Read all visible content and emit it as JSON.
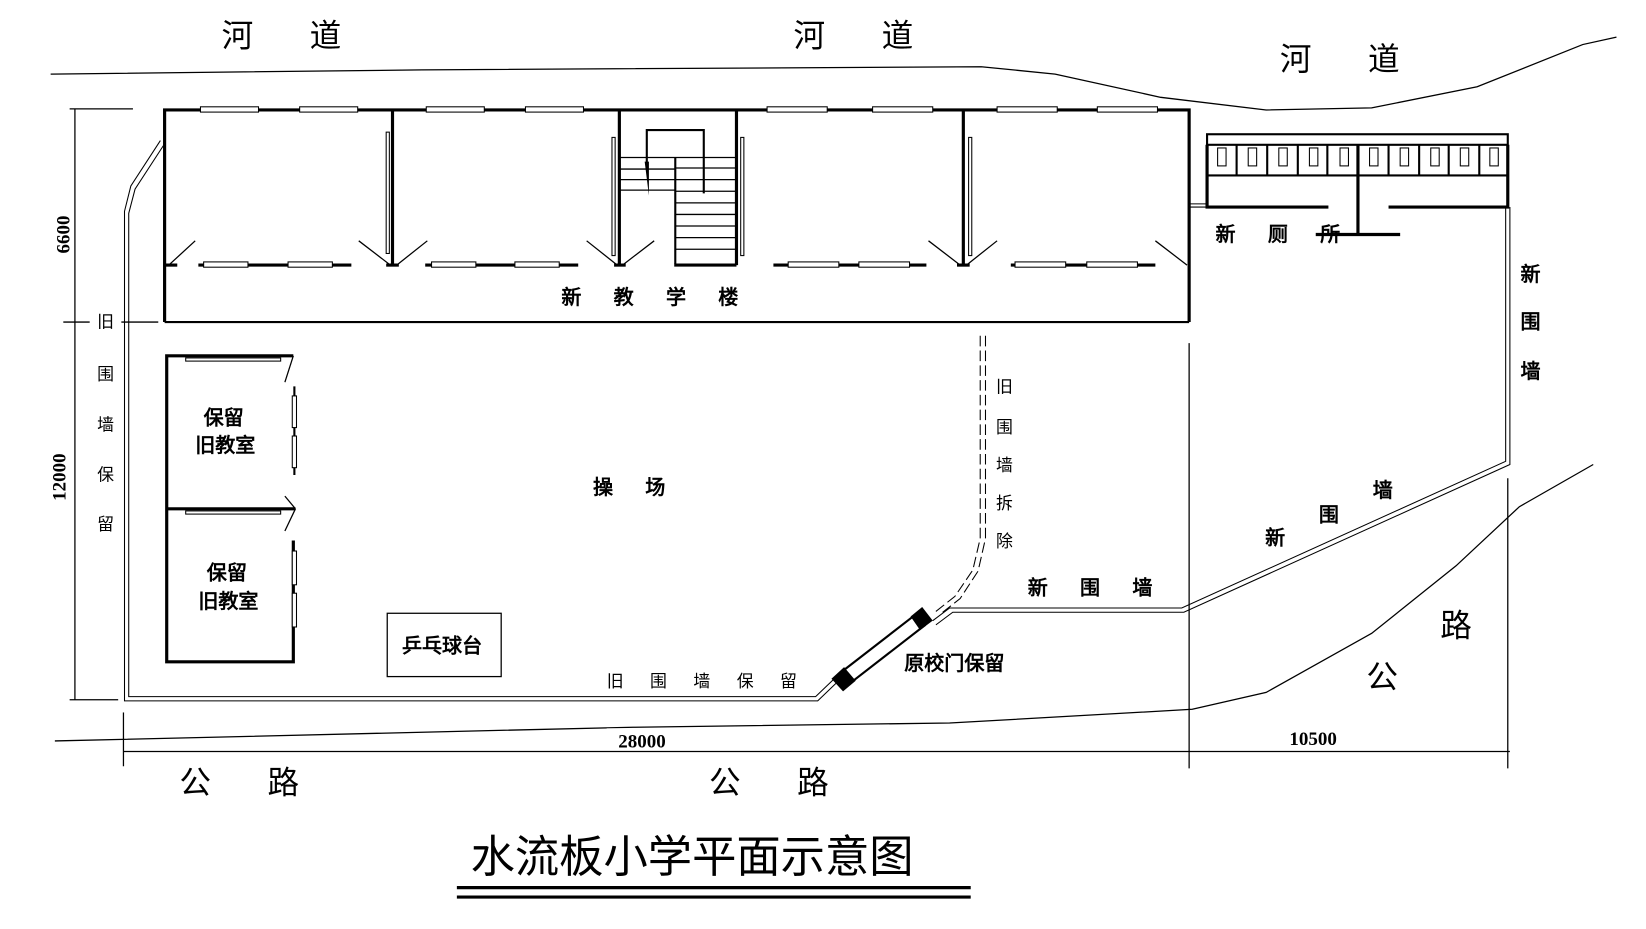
{
  "title": "水流板小学平面示意图",
  "river_labels": [
    "河 道",
    "河 道",
    "河 道"
  ],
  "road_labels": [
    "公 路",
    "公 路",
    "路",
    "公"
  ],
  "buildings": {
    "new_teaching_building": "新 教 学 楼",
    "new_toilet": "新 厕 所",
    "old_classroom_1": [
      "保留",
      "旧教室"
    ],
    "old_classroom_2": [
      "保留",
      "旧教室"
    ],
    "ping_pong_table": "乒乓球台",
    "playground": "操 场",
    "original_gate": "原校门保留"
  },
  "walls": {
    "old_wall_kept_left": [
      "旧",
      "围",
      "墙",
      "保",
      "留"
    ],
    "old_wall_demolished": [
      "旧",
      "围",
      "墙",
      "拆",
      "除"
    ],
    "old_wall_kept_bottom": "旧 围 墙 保 留",
    "new_wall_right": [
      "新",
      "围",
      "墙"
    ],
    "new_wall_diag": [
      "新",
      "围",
      "墙"
    ],
    "new_wall_mid": "新 围 墙"
  },
  "dimensions": {
    "depth_building": "6600",
    "depth_site": "12000",
    "width_main": "28000",
    "width_right": "10500"
  }
}
